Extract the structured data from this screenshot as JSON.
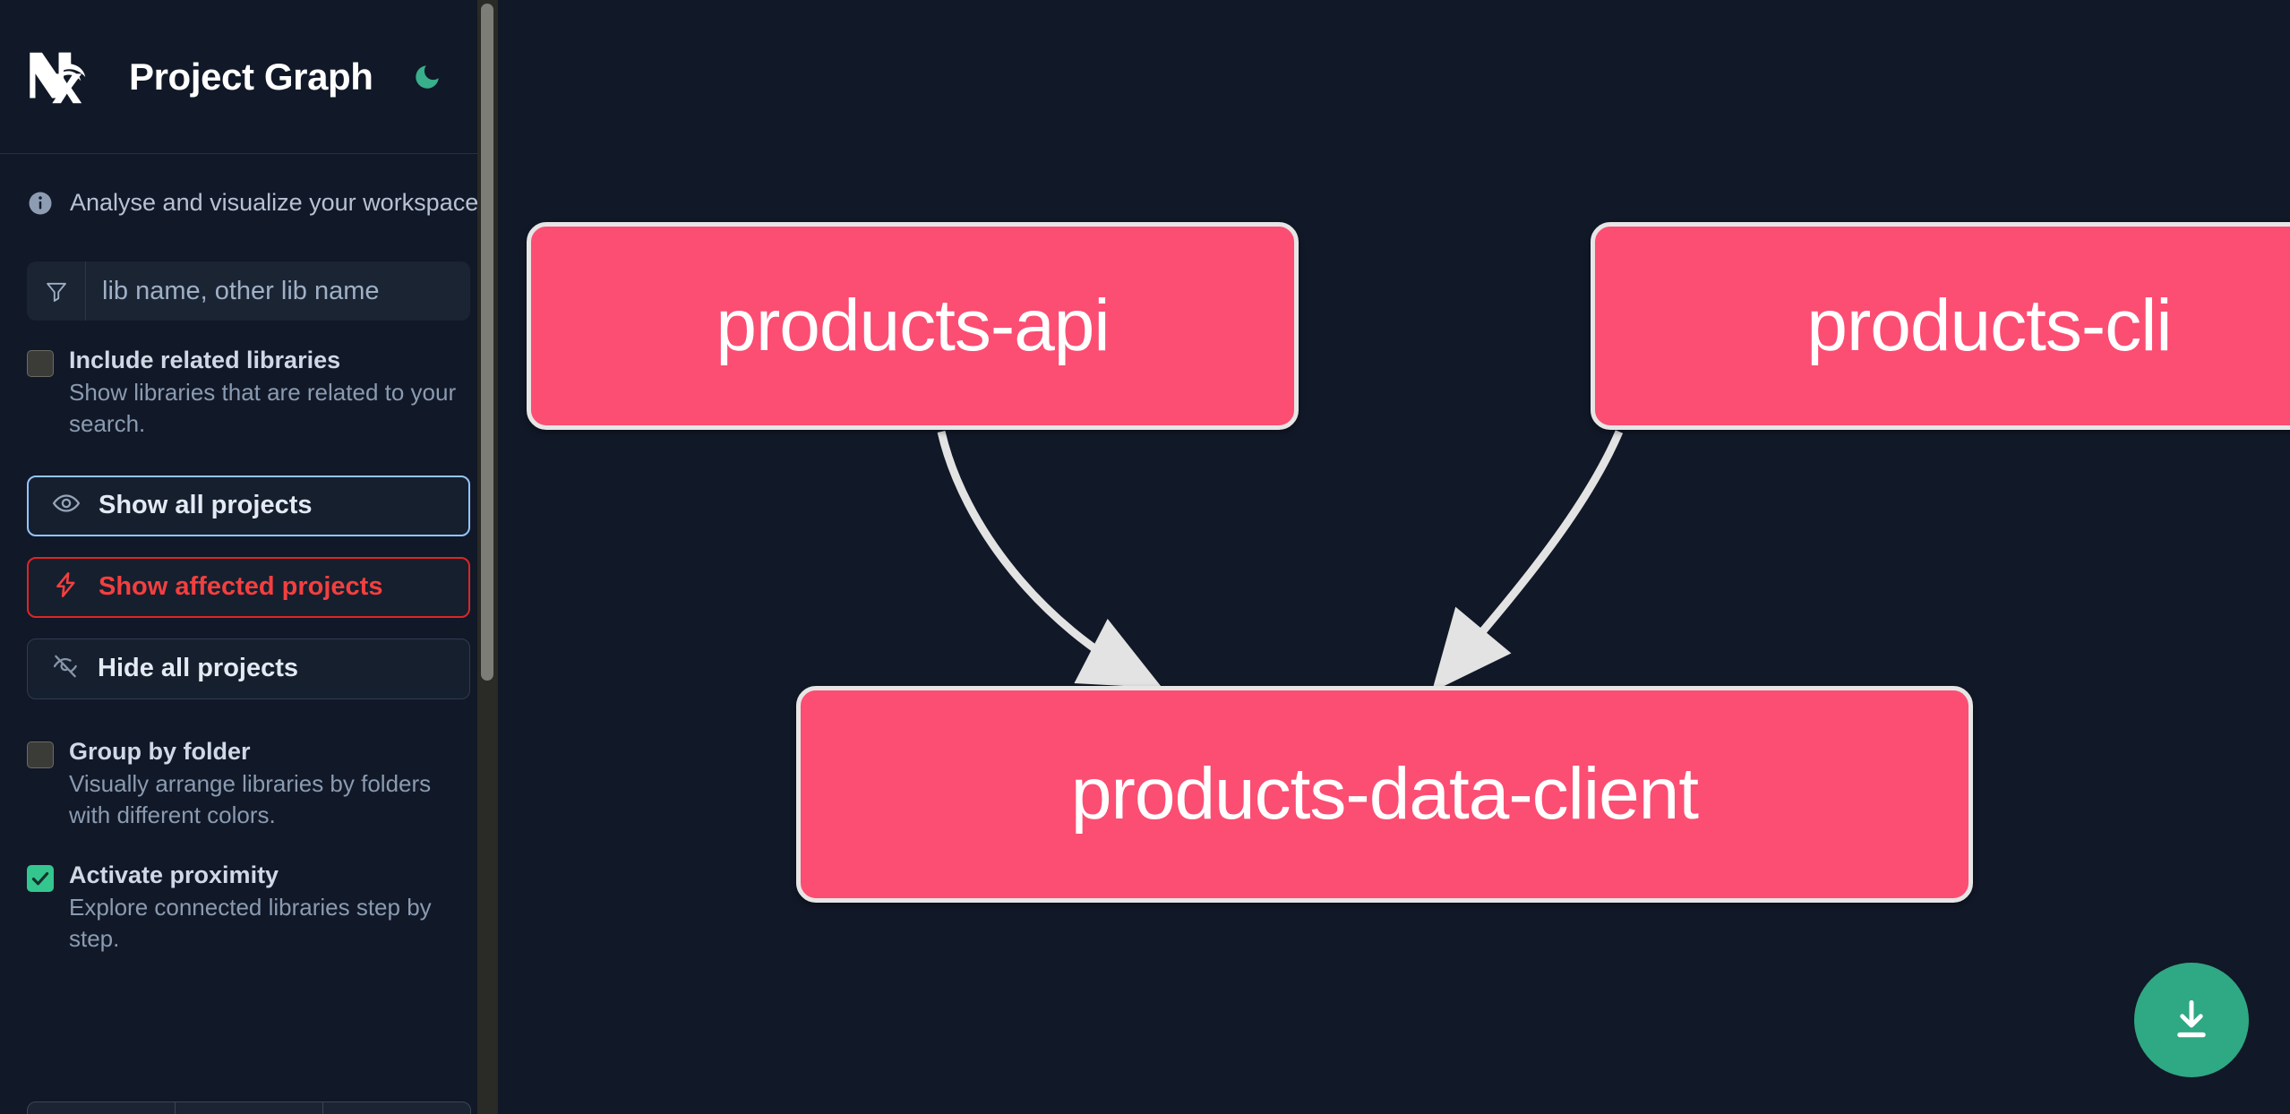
{
  "app": {
    "title": "Project Graph",
    "logo_icon": "nx-logo-icon",
    "theme_toggle_icon": "moon-icon",
    "background_color": "#111827",
    "node_color": "#fb4e72",
    "accent_green": "#2fa884"
  },
  "sidebar": {
    "info": {
      "icon": "info-icon",
      "text": "Analyse and visualize your workspace."
    },
    "search": {
      "icon": "filter-icon",
      "placeholder": "lib name, other lib name",
      "value": ""
    },
    "options": [
      {
        "name": "include-related-libraries",
        "label": "Include related libraries",
        "description": "Show libraries that are related to your search.",
        "checked": false
      },
      {
        "name": "group-by-folder",
        "label": "Group by folder",
        "description": "Visually arrange libraries by folders with different colors.",
        "checked": false
      },
      {
        "name": "activate-proximity",
        "label": "Activate proximity",
        "description": "Explore connected libraries step by step.",
        "checked": true
      }
    ],
    "actions": [
      {
        "name": "show-all-projects",
        "label": "Show all projects",
        "icon": "eye-icon",
        "state": "focused"
      },
      {
        "name": "show-affected-projects",
        "label": "Show affected projects",
        "icon": "lightning-icon",
        "state": "danger"
      },
      {
        "name": "hide-all-projects",
        "label": "Hide all projects",
        "icon": "eye-slash-icon",
        "state": "default"
      }
    ],
    "scrollbar": {
      "name": "sidebar-scrollbar"
    }
  },
  "graph": {
    "nodes": [
      {
        "id": "products-api",
        "label": "products-api"
      },
      {
        "id": "products-cli",
        "label": "products-cli"
      },
      {
        "id": "products-data-client",
        "label": "products-data-client"
      }
    ],
    "edges": [
      {
        "from": "products-api",
        "to": "products-data-client"
      },
      {
        "from": "products-cli",
        "to": "products-data-client"
      }
    ]
  },
  "download_button": {
    "name": "download-graph-button",
    "icon": "download-icon"
  }
}
